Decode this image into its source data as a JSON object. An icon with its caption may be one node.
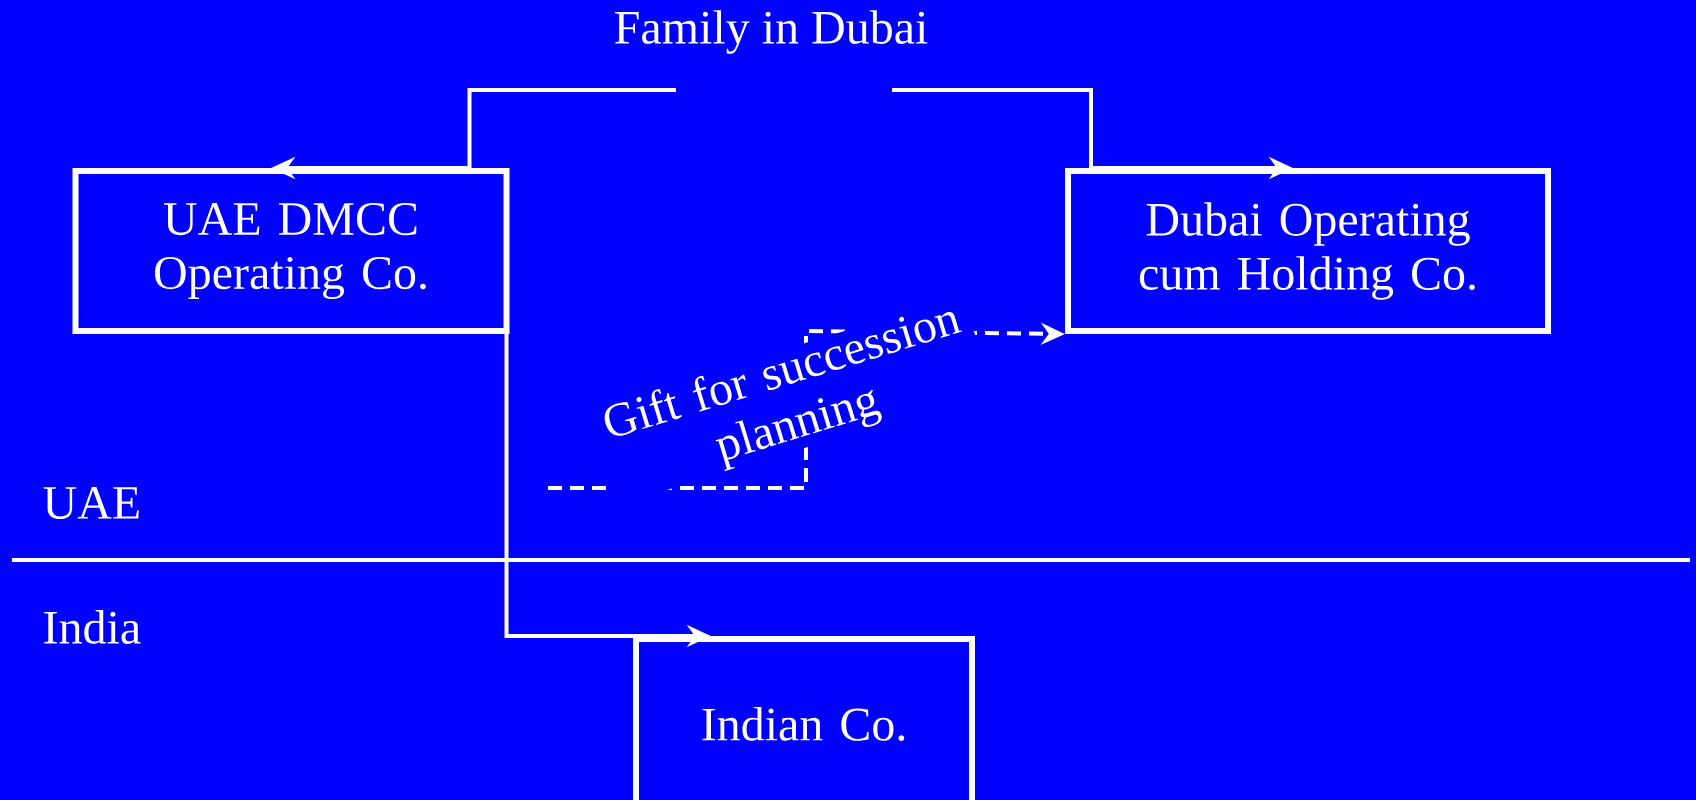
{
  "diagram": {
    "nodes": [
      {
        "text": [
          "Family in Dubai"
        ]
      },
      {
        "text": [
          "UAE DMCC Operating Co."
        ]
      },
      {
        "text": [
          "Dubai Operating cum Holding Co."
        ]
      },
      {
        "text": [
          "Indian Co."
        ]
      }
    ],
    "edges": [
      {
        "from": 0,
        "to": 1,
        "arrow": "to"
      },
      {
        "from": 0,
        "to": 2,
        "arrow": "to"
      },
      {
        "from": 1,
        "to": 3,
        "arrow": "to"
      },
      {
        "from": null,
        "to": 2,
        "arrow": "to",
        "label": "Gift for succession planning",
        "style": "dashed"
      }
    ],
    "labels": [
      "UAE",
      "India"
    ]
  }
}
